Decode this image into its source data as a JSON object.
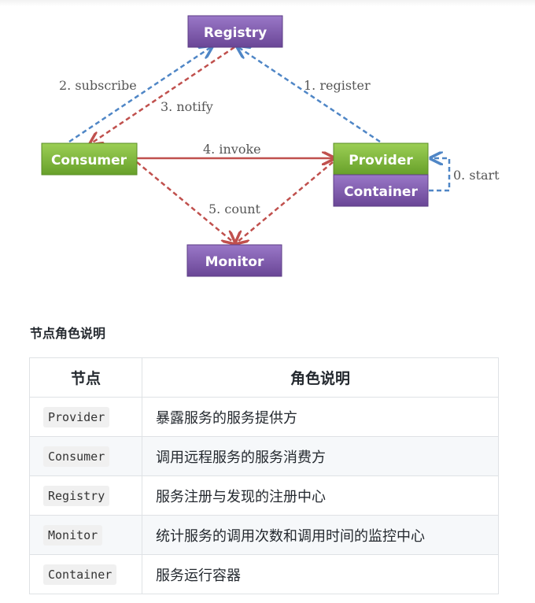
{
  "diagram": {
    "nodes": {
      "registry": "Registry",
      "consumer": "Consumer",
      "provider": "Provider",
      "container": "Container",
      "monitor": "Monitor"
    },
    "edges": {
      "subscribe": "2. subscribe",
      "notify": "3. notify",
      "register": "1. register",
      "invoke": "4. invoke",
      "count": "5. count",
      "start": "0. start"
    },
    "colors": {
      "purple": "#7a56a8",
      "green": "#7ab33a",
      "blue_dashed": "#4f86c6",
      "red": "#c0504d"
    }
  },
  "section": {
    "title": "节点角色说明"
  },
  "table": {
    "headers": [
      "节点",
      "角色说明"
    ],
    "rows": [
      {
        "node": "Provider",
        "desc": "暴露服务的服务提供方"
      },
      {
        "node": "Consumer",
        "desc": "调用远程服务的服务消费方"
      },
      {
        "node": "Registry",
        "desc": "服务注册与发现的注册中心"
      },
      {
        "node": "Monitor",
        "desc": "统计服务的调用次数和调用时间的监控中心"
      },
      {
        "node": "Container",
        "desc": "服务运行容器"
      }
    ]
  }
}
